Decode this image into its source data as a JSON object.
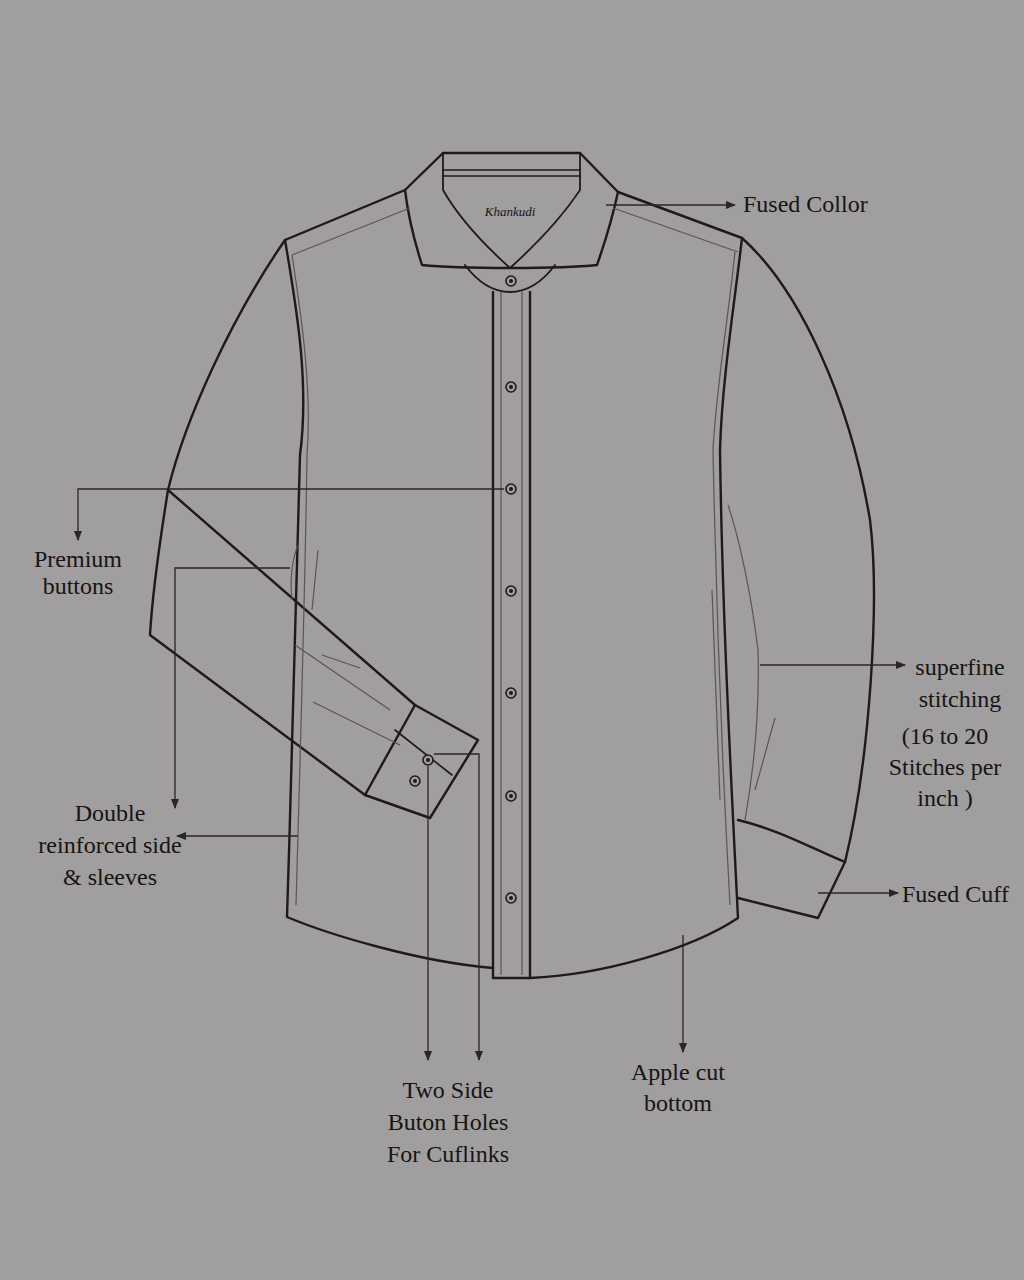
{
  "diagram": {
    "labels": [
      "Khankudi",
      "Fused Collor",
      "Premium buttons",
      "Double reinforced side & sleeves",
      "superfine stitching",
      "(16 to 20 Stitches per inch )",
      "Fused Cuff",
      "Two Side Buton Holes For Cuflinks",
      "Apple cut bottom"
    ]
  }
}
